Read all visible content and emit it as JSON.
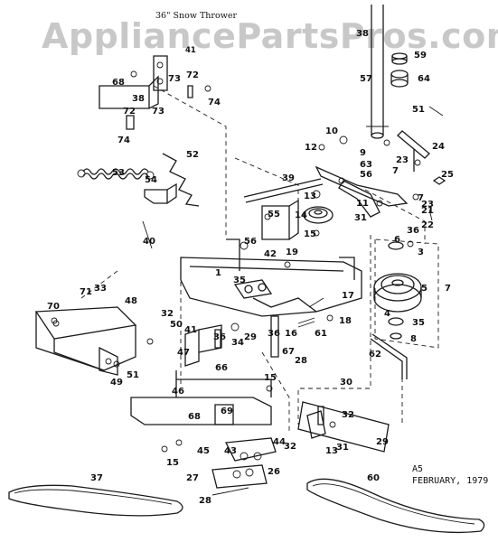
{
  "header": {
    "title": "36\" Snow Thrower"
  },
  "watermark": {
    "text": "AppliancePartsPros.com"
  },
  "footer": {
    "code": "A5",
    "date": "FEBRUARY, 1979"
  },
  "callouts": {
    "c1": "1",
    "c3": "3",
    "c5": "5",
    "c6": "6",
    "c7": "7",
    "c8": "8",
    "c9": "9",
    "c10": "10",
    "c11": "11",
    "c12": "12",
    "c13": "13",
    "c14": "14",
    "c15": "15",
    "c16": "16",
    "c17": "17",
    "c18": "18",
    "c19": "19",
    "c21": "21",
    "c22": "22",
    "c23": "23",
    "c24": "24",
    "c25": "25",
    "c26": "26",
    "c27": "27",
    "c28": "28",
    "c29": "29",
    "c30": "30",
    "c31": "31",
    "c32": "32",
    "c33": "33",
    "c34": "34",
    "c35": "35",
    "c36": "36",
    "c37": "37",
    "c38": "38",
    "c39": "39",
    "c40": "40",
    "c41": "41",
    "c42": "42",
    "c43": "43",
    "c44": "44",
    "c45": "45",
    "c46": "46",
    "c47": "47",
    "c48": "48",
    "c49": "49",
    "c50": "50",
    "c51": "51",
    "c52": "52",
    "c53": "53",
    "c54": "54",
    "c55": "55",
    "c56": "56",
    "c57": "57",
    "c59": "59",
    "c60": "60",
    "c61": "61",
    "c62": "62",
    "c63": "63",
    "c64": "64",
    "c66": "66",
    "c67": "67",
    "c68": "68",
    "c69": "69",
    "c70": "70",
    "c71": "71",
    "c72": "72",
    "c73": "73",
    "c74": "74"
  }
}
